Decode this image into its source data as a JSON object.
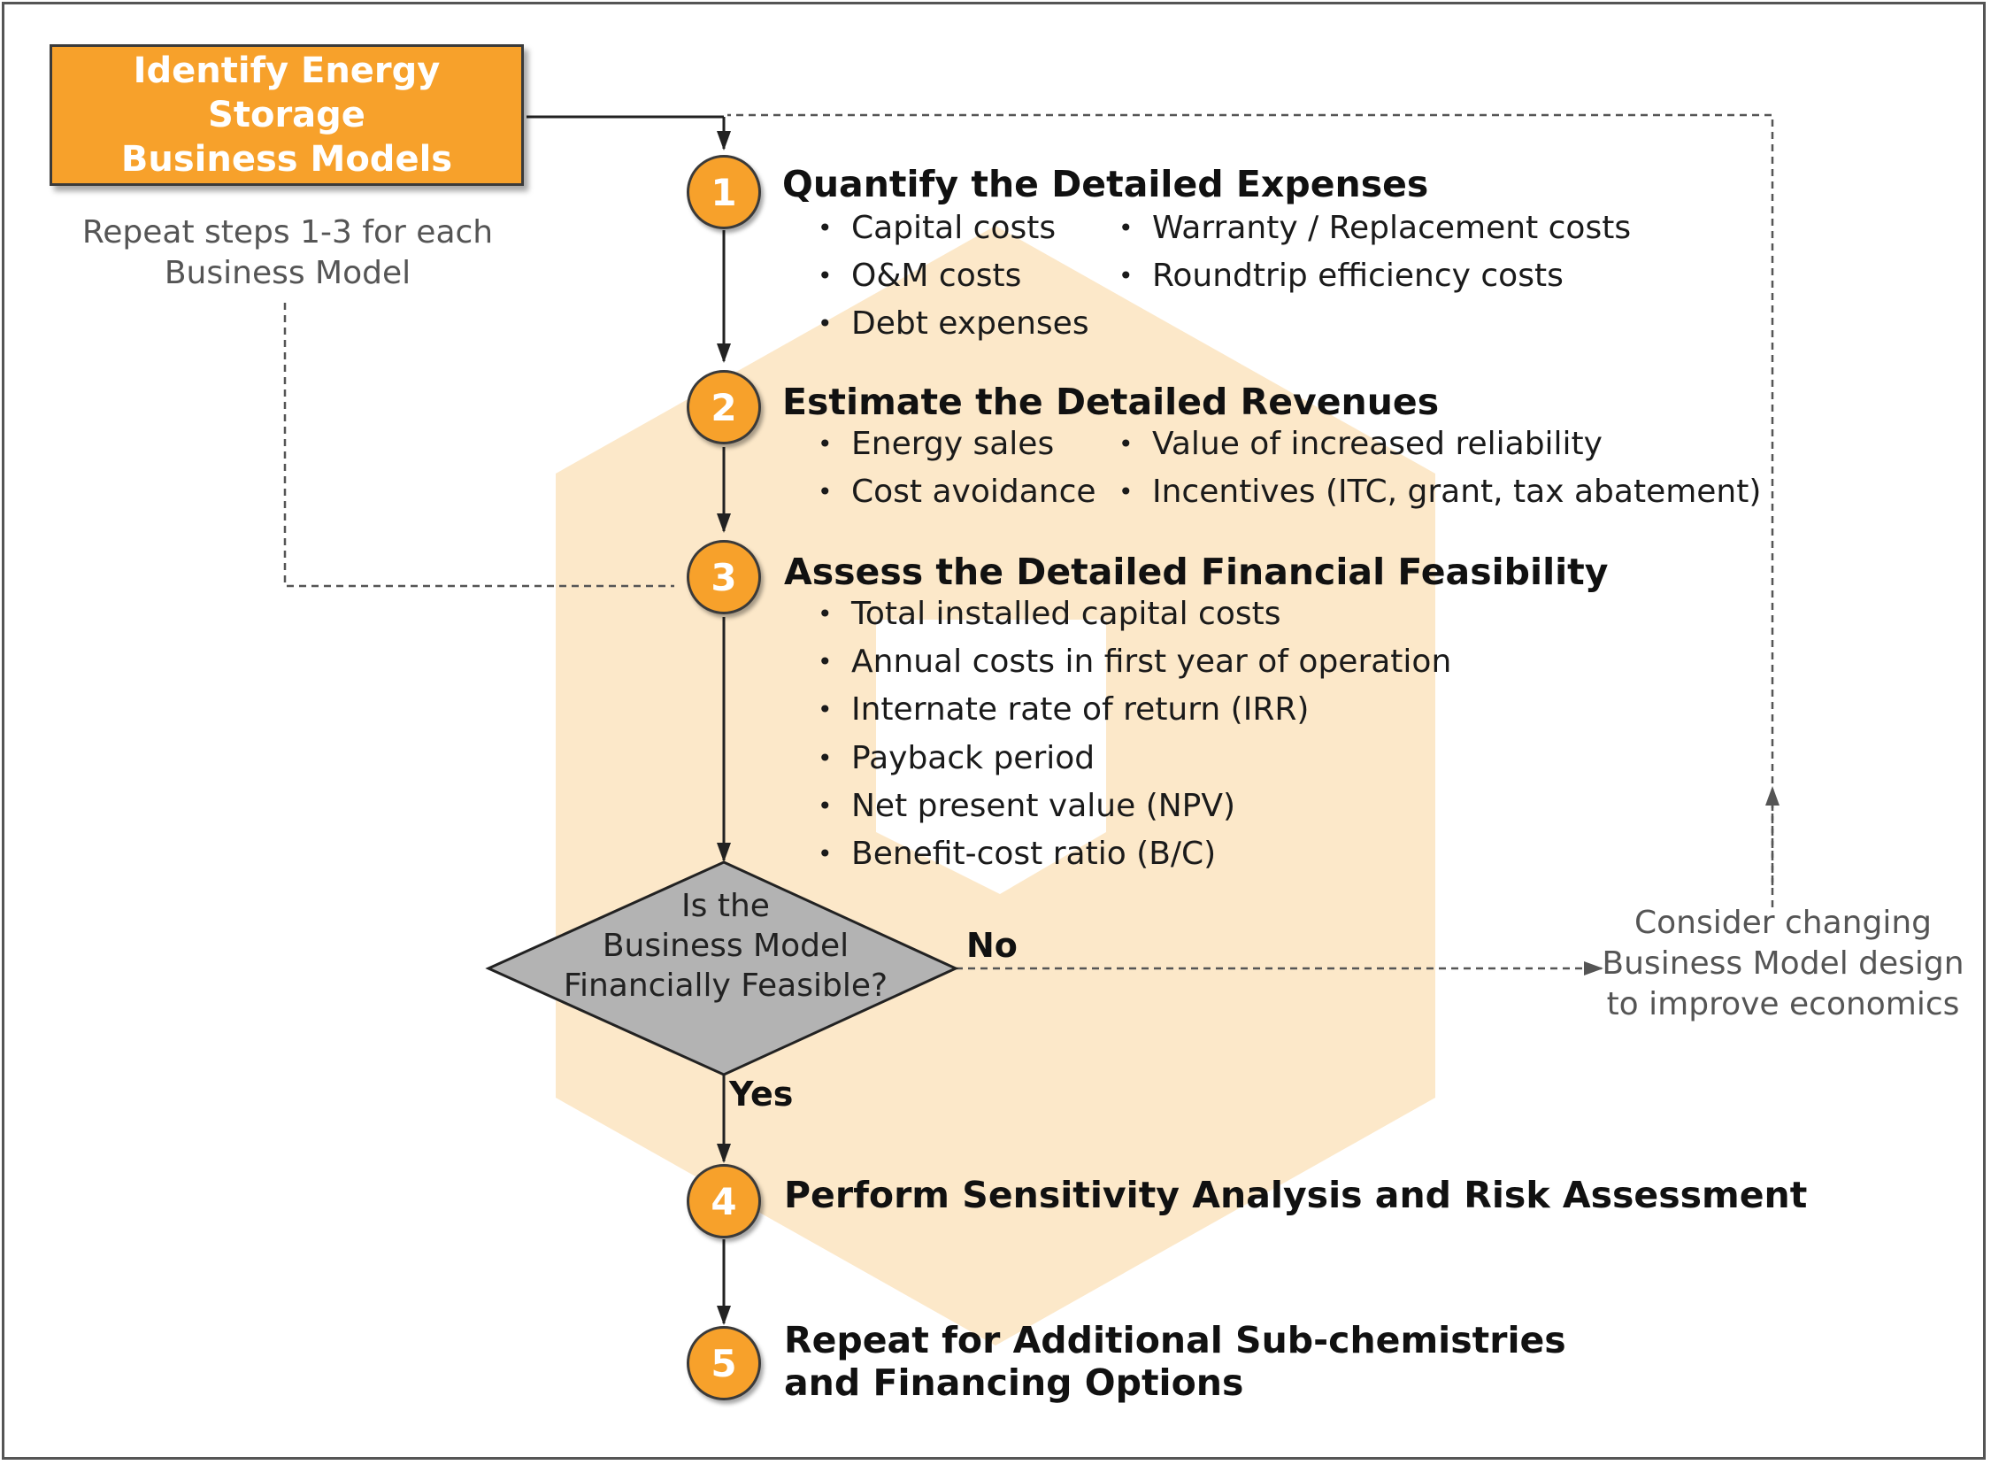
{
  "start_box": {
    "line1": "Identify Energy Storage",
    "line2": "Business Models"
  },
  "repeat_note": {
    "line1": "Repeat steps 1-3 for each",
    "line2": "Business Model"
  },
  "steps": [
    {
      "number": "1",
      "title": "Quantify the Detailed Expenses",
      "col1": [
        "Capital costs",
        "O&M costs",
        "Debt expenses"
      ],
      "col2": [
        "Warranty / Replacement costs",
        "Roundtrip efficiency costs"
      ]
    },
    {
      "number": "2",
      "title": "Estimate the Detailed Revenues",
      "col1": [
        "Energy sales",
        "Cost avoidance"
      ],
      "col2": [
        "Value of increased reliability",
        "Incentives (ITC, grant, tax abatement)"
      ]
    },
    {
      "number": "3",
      "title": "Assess the Detailed Financial Feasibility",
      "col1": [
        "Total installed capital costs",
        "Annual costs in first year of operation",
        "Internate rate of return (IRR)",
        "Payback period",
        "Net present value (NPV)",
        "Benefit-cost ratio (B/C)"
      ]
    },
    {
      "number": "4",
      "title": "Perform Sensitivity Analysis and Risk Assessment"
    },
    {
      "number": "5",
      "title_line1": "Repeat for Additional Sub-chemistries",
      "title_line2": "and Financing Options"
    }
  ],
  "decision": {
    "line1": "Is the",
    "line2": "Business Model",
    "line3": "Financially Feasible?",
    "no_label": "No",
    "yes_label": "Yes"
  },
  "feedback_note": {
    "line1": "Consider changing",
    "line2": "Business Model design",
    "line3": "to improve economics"
  },
  "colors": {
    "accent": "#F7A12B",
    "diamond": "#B3B3B3",
    "watermark": "#FCE8C9",
    "line": "#222222",
    "dashed": "#555555"
  }
}
